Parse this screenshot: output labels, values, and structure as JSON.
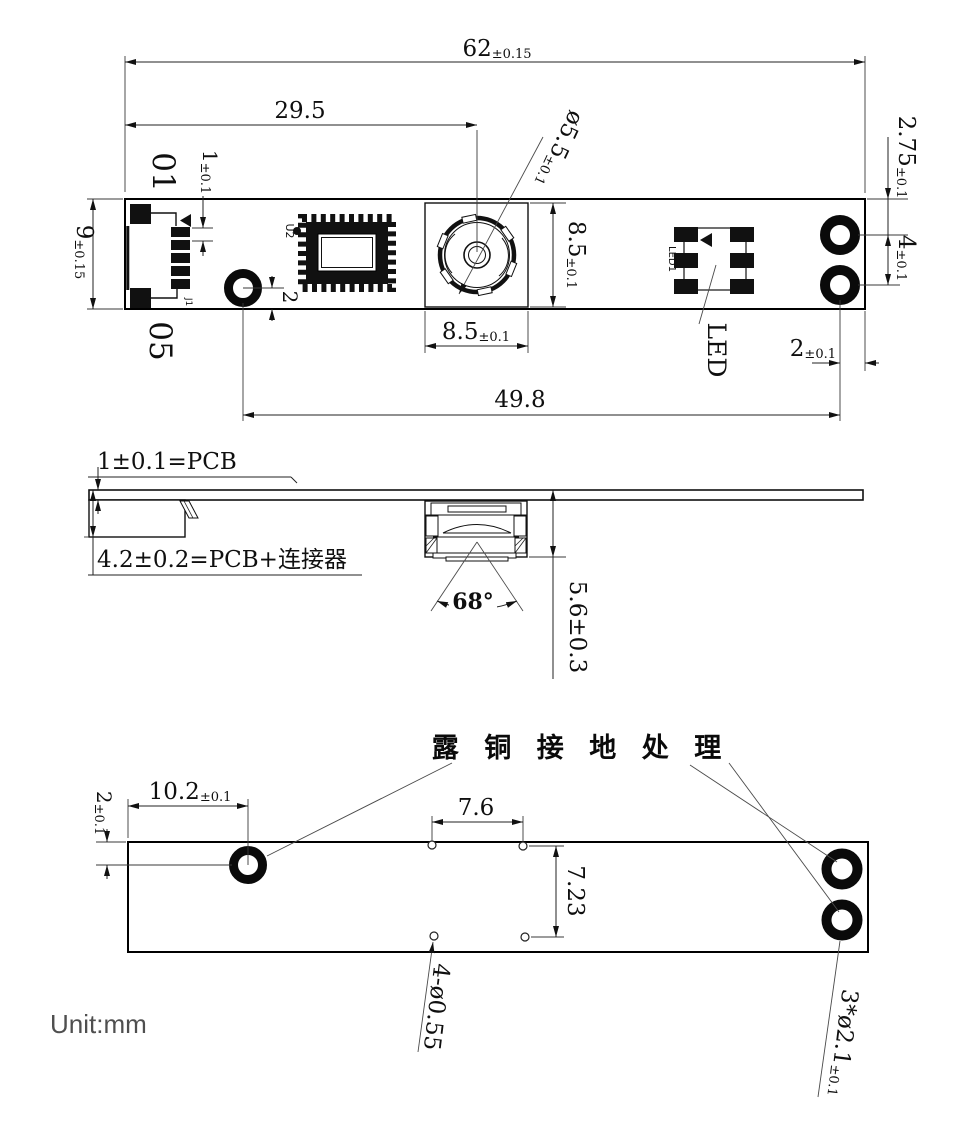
{
  "top_view": {
    "silkscreen": {
      "mark_01": "01",
      "mark_05": "05"
    },
    "refs": {
      "u2": "U2",
      "j1": "J1",
      "led1": "LED1"
    },
    "led_callout": "LED",
    "dims": {
      "board_width": {
        "v": "62",
        "t": "±0.15"
      },
      "lens_center_x": {
        "v": "29.5"
      },
      "lens_dia": {
        "v": "ø5.5",
        "t": "±0.1"
      },
      "cam_height": {
        "v": "8.5",
        "t": "±0.1"
      },
      "cam_width": {
        "v": "8.5",
        "t": "±0.1"
      },
      "board_height": {
        "v": "9",
        "t": "±0.15"
      },
      "pin_pitch": {
        "v": "1",
        "t": "±0.1"
      },
      "hole_to_edge": {
        "v": "2"
      },
      "hole_top_offset": {
        "v": "2.75",
        "t": "±0.1"
      },
      "hole_spacing": {
        "v": "4",
        "t": "±0.1"
      },
      "hole_right_offset": {
        "v": "2",
        "t": "±0.1"
      },
      "hole_distance": {
        "v": "49.8"
      }
    }
  },
  "side_view": {
    "pcb_thickness_note": "1±0.1=PCB",
    "stack_height_note": "4.2±0.2=PCB+连接器",
    "fov_angle": "68°",
    "module_height": "5.6±0.3"
  },
  "bottom_view": {
    "title": "露 铜 接 地 处 理",
    "dims": {
      "hole_offset_x": {
        "v": "10.2",
        "t": "±0.1"
      },
      "hole_offset_y": {
        "v": "2",
        "t": "±0.1"
      },
      "via_span_x": {
        "v": "7.6"
      },
      "via_span_y": {
        "v": "7.23"
      },
      "via_callout": {
        "v": "4-ø0.55"
      },
      "mount_hole_callout": {
        "v": "3*ø2.1",
        "t": "±0.1"
      }
    }
  },
  "footer": {
    "unit_label": "Unit:mm"
  }
}
